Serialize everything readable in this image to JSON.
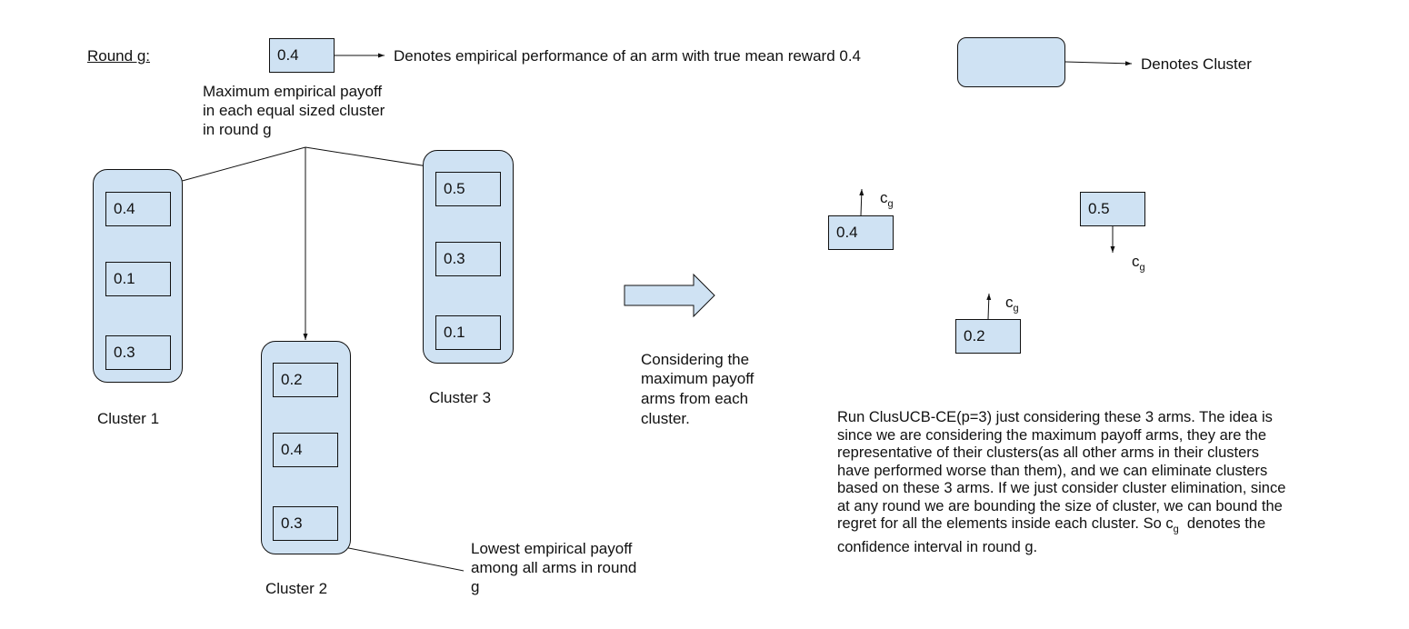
{
  "round_label": "Round g:",
  "legend": {
    "arm_value": "0.4",
    "arm_text": "Denotes empirical performance of an arm with true mean reward 0.4",
    "cluster_text": "Denotes Cluster"
  },
  "max_note": [
    "Maximum empirical payoff",
    "in each equal sized cluster",
    "in round g"
  ],
  "clusters": [
    {
      "label": "Cluster 1",
      "arms": [
        "0.4",
        "0.1",
        "0.3"
      ]
    },
    {
      "label": "Cluster 2",
      "arms": [
        "0.2",
        "0.4",
        "0.3"
      ]
    },
    {
      "label": "Cluster 3",
      "arms": [
        "0.5",
        "0.3",
        "0.1"
      ]
    }
  ],
  "lowest_note": [
    "Lowest empirical  payoff",
    "among all arms in round",
    "g"
  ],
  "considering_note": [
    "Considering the",
    "maximum payoff",
    "arms from each",
    "cluster."
  ],
  "selected_arms": [
    "0.4",
    "0.5",
    "0.2"
  ],
  "cg": {
    "c": "c",
    "sub": "g"
  },
  "run_paragraph": {
    "lines": [
      "Run ClusUCB-CE(p=3)  just considering these 3 arms. The idea is",
      "since we are considering the maximum payoff arms, they are the",
      "representative of their clusters(as all other arms in their clusters",
      "have performed worse than them), and we can eliminate clusters",
      "based on these 3 arms. If we just consider cluster elimination, since",
      "at any round we are bounding the size of cluster, we can bound the"
    ],
    "line7_pre": "regret for all the elements inside each cluster. So c",
    "line7_sub": "g",
    "line7_post": "  denotes the",
    "line8": "confidence interval in round g."
  }
}
